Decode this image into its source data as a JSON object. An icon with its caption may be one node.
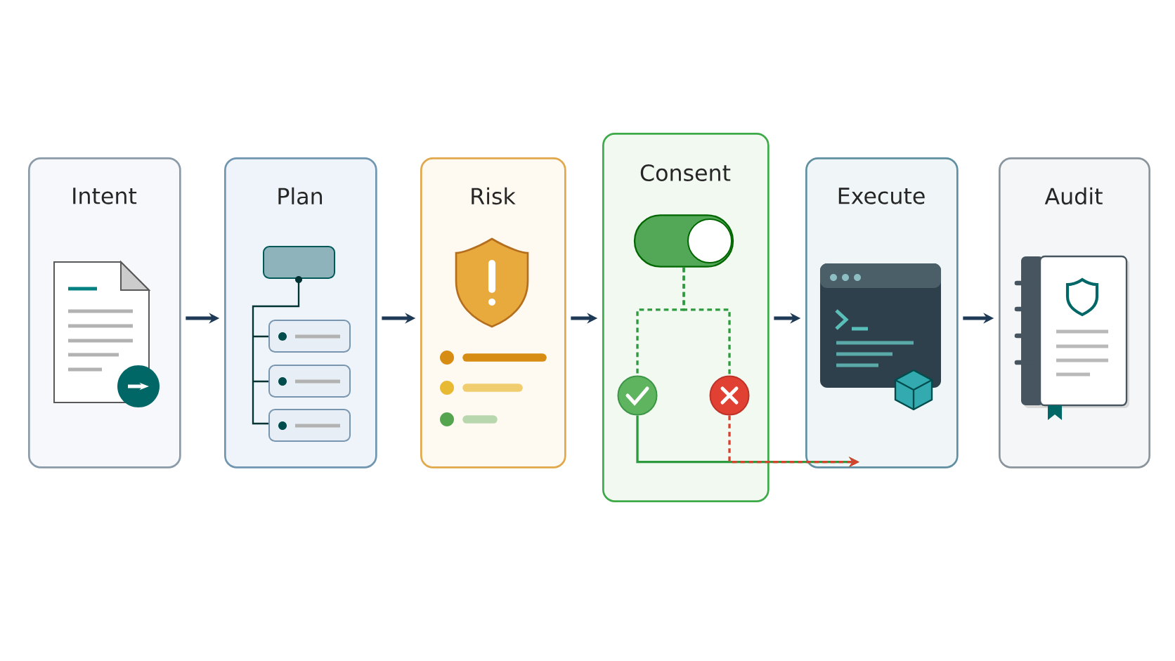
{
  "diagram": {
    "nodes": [
      {
        "text": [
          "Intent"
        ]
      },
      {
        "text": [
          "Plan"
        ]
      },
      {
        "text": [
          "Risk"
        ]
      },
      {
        "text": [
          "Consent"
        ]
      },
      {
        "text": [
          "Execute"
        ]
      },
      {
        "text": [
          "Audit"
        ]
      },
      {
        "text": [],
        "shape": "toggle",
        "in": 3
      },
      {
        "text": [],
        "shape": "circle",
        "in": 3
      },
      {
        "text": [],
        "shape": "circle",
        "in": 3
      }
    ],
    "edges": [
      {
        "from": 0,
        "to": 1,
        "arrow": "to"
      },
      {
        "from": 1,
        "to": 2,
        "arrow": "to"
      },
      {
        "from": 2,
        "to": 3,
        "arrow": "to"
      },
      {
        "from": 3,
        "to": 4,
        "arrow": "to"
      },
      {
        "from": 4,
        "to": 5,
        "arrow": "to"
      },
      {
        "from": 6,
        "to": 7,
        "arrow": "none",
        "style": "dashed",
        "color": "#2e9a3e"
      },
      {
        "from": 6,
        "to": 8,
        "arrow": "none",
        "style": "dashed",
        "color": "#2e9a3e"
      },
      {
        "from": 7,
        "to": 4,
        "arrow": "to",
        "color": "#2e9a3e"
      },
      {
        "from": 8,
        "to": 4,
        "arrow": "to",
        "style": "dashed",
        "color": "#d9412f"
      }
    ]
  }
}
